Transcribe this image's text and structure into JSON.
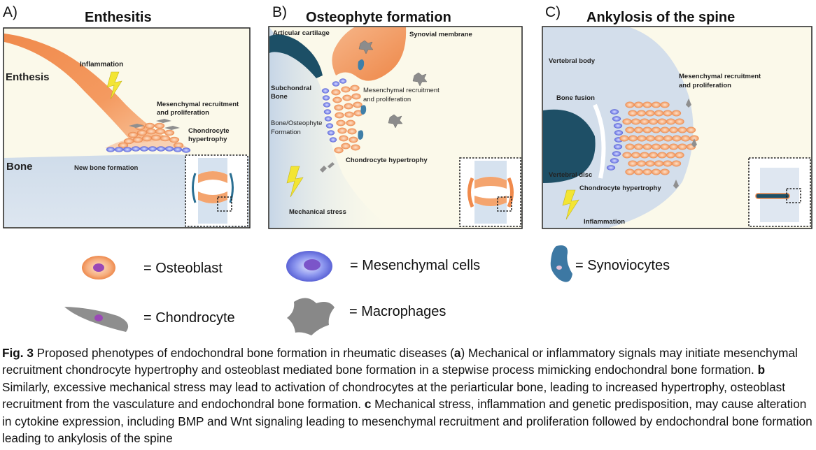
{
  "panels": [
    {
      "letter": "A)",
      "title": "Enthesitis",
      "labels": {
        "enthesis": "Enthesis",
        "bone": "Bone",
        "inflammation": "Inflammation",
        "mesenchymal": [
          "Mesenchymal recruitment",
          "and proliferation"
        ],
        "chondrocyte": [
          "Chondrocyte",
          "hypertrophy"
        ],
        "new_bone": "New bone formation"
      }
    },
    {
      "letter": "B)",
      "title": "Osteophyte formation",
      "labels": {
        "articular": "Articular cartilage",
        "synovial": "Synovial membrane",
        "subchondral": [
          "Subchondral",
          "Bone"
        ],
        "mesenchymal": [
          "Mesenchymal recruitment",
          "and proliferation"
        ],
        "bone_osteophyte": [
          "Bone/Osteophyte",
          "Formation"
        ],
        "chondrocyte": "Chondrocyte hypertrophy",
        "mechanical": "Mechanical stress"
      }
    },
    {
      "letter": "C)",
      "title": "Ankylosis of the spine",
      "labels": {
        "vertebral_body": "Vertebral body",
        "mesenchymal": [
          "Mesenchymal recruitment",
          "and proliferation"
        ],
        "bone_fusion": "Bone fusion",
        "vertebral_disc": "Vertebral disc",
        "chondrocyte": "Chondrocyte hypertrophy",
        "inflammation": "Inflammation"
      }
    }
  ],
  "legend": {
    "osteoblast": "= Osteoblast",
    "mesenchymal": "= Mesenchymal cells",
    "synoviocytes": "= Synoviocytes",
    "chondrocyte": "= Chondrocyte",
    "macrophages": "= Macrophages"
  },
  "caption": {
    "fig": "Fig. 3",
    "intro": " Proposed phenotypes of endochondral bone formation in rheumatic diseases (",
    "a_letter": "a",
    "a_text": ") Mechanical or inflammatory signals may initiate mesenchymal recruitment chondrocyte hypertrophy and osteoblast mediated bone formation in a stepwise process mimicking endochondral bone formation. ",
    "b_letter": "b",
    "b_text": " Similarly, excessive mechanical stress may lead to activation of chondrocytes at the periarticular bone, leading to increased hypertrophy, osteoblast recruitment from the vasculature and endochondral bone formation. ",
    "c_letter": "c",
    "c_text": " Mechanical stress, inflammation and genetic predisposition, may cause alteration in cytokine expression, including BMP and Wnt signaling leading to mesenchymal recruitment and proliferation followed by endochondral bone formation leading to ankylosis of the spine"
  },
  "colors": {
    "panel_bg": "#fbf9ea",
    "bone": "#d3deeb",
    "orange": "#f2955a",
    "navy": "#1e4f66",
    "mesenchymal": "#7c87e6",
    "macrophage": "#8f8f8f"
  }
}
